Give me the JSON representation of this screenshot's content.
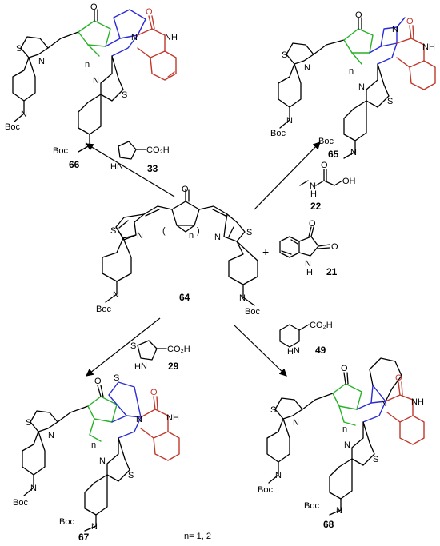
{
  "atoms": {
    "S": "S",
    "N": "N",
    "O": "O",
    "NH": "NH",
    "H": "H",
    "n": "n",
    "Boc": "Boc",
    "CO2H": "CO₂H",
    "OH": "OH",
    "plus": "+"
  },
  "labels": {
    "c64": "64",
    "c66": "66",
    "c33": "33",
    "c65": "65",
    "c22": "22",
    "c21": "21",
    "c29": "29",
    "c67": "67",
    "c49": "49",
    "c68": "68"
  },
  "note": "n= 1, 2",
  "colors": {
    "green": "#27b227",
    "blue": "#2b2bd6",
    "red": "#c0392b",
    "black": "#000000"
  }
}
